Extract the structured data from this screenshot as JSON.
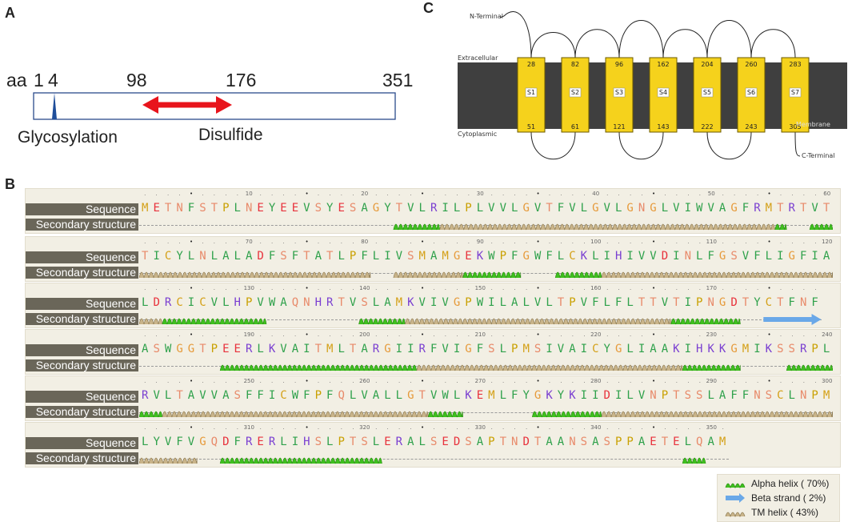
{
  "panel_labels": {
    "a": "A",
    "b": "B",
    "c": "C"
  },
  "panelA": {
    "aa_prefix": "aa",
    "positions": [
      "1",
      "4",
      "98",
      "176",
      "351"
    ],
    "glycosylation_label": "Glycosylation",
    "disulfide_label": "Disulfide",
    "protein_length": 351,
    "glycosylation_site": 4,
    "disulfide_range": [
      98,
      176
    ],
    "colors": {
      "arrow": "#e8141c",
      "site": "#1f4e9a",
      "bar_border": "#2b4c8c"
    }
  },
  "panelC": {
    "n_terminal": "N-Terminal",
    "c_terminal": "C-Terminal",
    "extracellular": "Extracellular",
    "cytoplasmic": "Cytoplasmic",
    "membrane": "Membrane",
    "segments": [
      {
        "name": "S1",
        "top": "28",
        "bottom": "51"
      },
      {
        "name": "S2",
        "top": "82",
        "bottom": "61"
      },
      {
        "name": "S3",
        "top": "96",
        "bottom": "121"
      },
      {
        "name": "S4",
        "top": "162",
        "bottom": "143"
      },
      {
        "name": "S5",
        "top": "204",
        "bottom": "222"
      },
      {
        "name": "S6",
        "top": "260",
        "bottom": "243"
      },
      {
        "name": "S7",
        "top": "283",
        "bottom": "305"
      }
    ],
    "colors": {
      "membrane": "#3f3f3f",
      "helix": "#f5d21c"
    }
  },
  "panelB": {
    "sequence_label": "Sequence",
    "ss_label": "Secondary structure",
    "rows": [
      {
        "start": 1,
        "seq": "METNFSTPLNEYEEVSYESAGYTVLRILPLVVLGVTFVLGVLGNGLVIWVAGFRMTRTVT",
        "ss": [
          [
            "a",
            23,
            26
          ],
          [
            "t",
            27,
            55
          ],
          [
            "a",
            56,
            56
          ],
          [
            "a",
            59,
            60
          ]
        ]
      },
      {
        "start": 61,
        "seq": "TICYLNLALADFSFTATLPFLIVSMAMGEKWPFGWFLCKLIHIVVDINLFGSVFLIGFIA",
        "ss": [
          [
            "t",
            1,
            20
          ],
          [
            "t",
            23,
            28
          ],
          [
            "a",
            29,
            33
          ],
          [
            "a",
            37,
            40
          ],
          [
            "t",
            41,
            60
          ]
        ]
      },
      {
        "start": 121,
        "seq": "LDRCICVLHPVWAQNHRTVSLAMKVIVGPWILALVLTPVFLFLTTVTIPNGDTYCTFNF",
        "ss": [
          [
            "t",
            1,
            2
          ],
          [
            "a",
            3,
            11
          ],
          [
            "a",
            20,
            23
          ],
          [
            "t",
            24,
            46
          ],
          [
            "a",
            47,
            52
          ],
          [
            "b",
            55,
            59
          ]
        ]
      },
      {
        "start": 181,
        "seq": "ASWGGTPEERLKVAITMLTARGIIRFVIGFSLPMSIVAICYGLIAAKIHKKGMIKSSRPL",
        "ss": [
          [
            "a",
            8,
            24
          ],
          [
            "t",
            25,
            47
          ],
          [
            "a",
            48,
            52
          ],
          [
            "a",
            57,
            60
          ]
        ]
      },
      {
        "start": 241,
        "seq": "RVLTAVVASFFICWFPFQLVALLGTVWLKEMLFYGKYKIIDILVNPTSSLAFFNSCLNPM",
        "ss": [
          [
            "a",
            1,
            2
          ],
          [
            "t",
            3,
            25
          ],
          [
            "a",
            26,
            28
          ],
          [
            "a",
            35,
            40
          ],
          [
            "t",
            41,
            60
          ]
        ]
      },
      {
        "start": 301,
        "seq": "LYVFVGQDFRERLIHSLPTSLERALSEDSAPTNDTAANSASPPAETELQAM",
        "ss": [
          [
            "t",
            1,
            5
          ],
          [
            "a",
            8,
            21
          ],
          [
            "a",
            48,
            49
          ]
        ]
      }
    ],
    "legend": {
      "alpha": "Alpha helix ( 70%)",
      "beta": "Beta strand ( 2%)",
      "tm": "TM helix ( 43%)"
    },
    "colors": {
      "alpha": "#3fbf1f",
      "beta": "#6aa8e8",
      "tm": "#c9b48a"
    }
  }
}
